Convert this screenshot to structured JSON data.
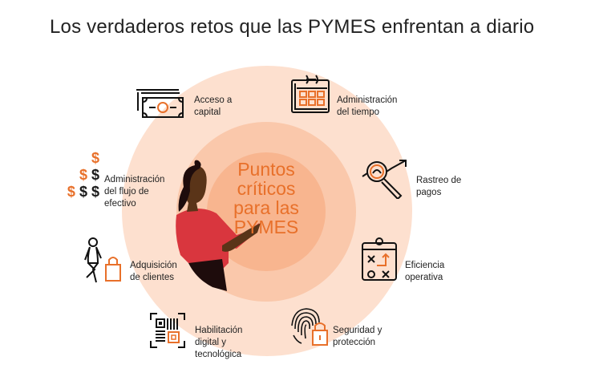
{
  "title": "Los verdaderos retos que las PYMES enfrentan a diario",
  "center": {
    "text": "Puntos\ncríticos\npara las\nPYMES"
  },
  "colors": {
    "accent": "#e8702a",
    "outer": "#fde0cf",
    "middle": "#fac8ab",
    "inner": "#f8b58f",
    "shirt": "#d9363e"
  },
  "items": [
    {
      "label": "Acceso a\ncapital",
      "icon": "money-bill-icon"
    },
    {
      "label": "Administración\ndel tiempo",
      "icon": "calendar-icon"
    },
    {
      "label": "Rastreo de\npagos",
      "icon": "magnifier-trend-icon"
    },
    {
      "label": "Eficiencia\noperativa",
      "icon": "clipboard-strategy-icon"
    },
    {
      "label": "Seguridad y\nprotección",
      "icon": "fingerprint-lock-icon"
    },
    {
      "label": "Habilitación\ndigital y\ntecnológica",
      "icon": "barcode-scan-icon"
    },
    {
      "label": "Adquisición\nde clientes",
      "icon": "shopper-bag-icon"
    },
    {
      "label": "Administración\ndel flujo de\nefectivo",
      "icon": "dollar-signs-icon"
    }
  ],
  "dollar_symbol": "$"
}
